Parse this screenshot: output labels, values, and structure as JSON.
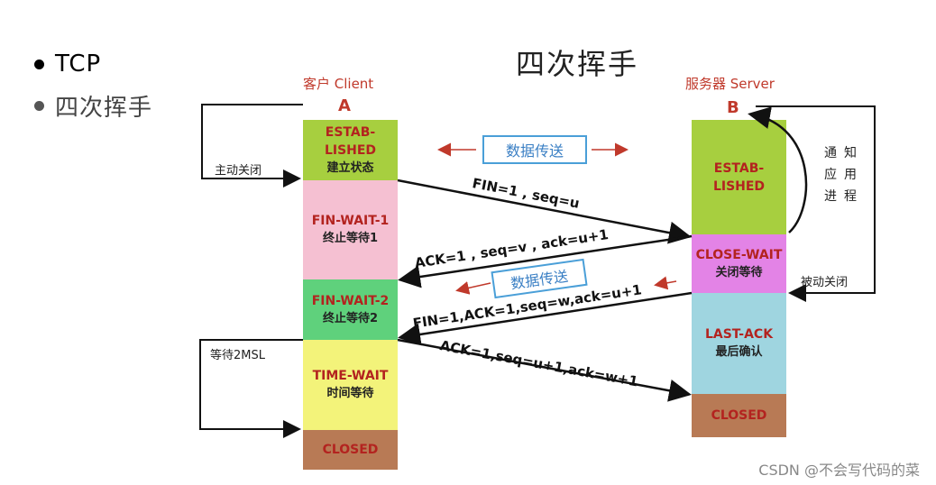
{
  "bullets": [
    "TCP",
    "四次挥手"
  ],
  "title": "四次挥手",
  "client": {
    "label": "客户 Client",
    "letter": "A"
  },
  "server": {
    "label": "服务器 Server",
    "letter": "B"
  },
  "client_states": [
    {
      "en": "ESTAB-",
      "en2": "LISHED",
      "cn": "建立状态",
      "color": "#a7cf3f"
    },
    {
      "en": "FIN-WAIT-1",
      "cn": "终止等待1",
      "color": "#f5c0d2"
    },
    {
      "en": "FIN-WAIT-2",
      "cn": "终止等待2",
      "color": "#5fd17c"
    },
    {
      "en": "TIME-WAIT",
      "cn": "时间等待",
      "color": "#f3f37a"
    },
    {
      "en": "CLOSED",
      "cn": "",
      "color": "#b87a55"
    }
  ],
  "server_states": [
    {
      "en": "ESTAB-",
      "en2": "LISHED",
      "cn": "",
      "color": "#a7cf3f"
    },
    {
      "en": "CLOSE-WAIT",
      "cn": "关闭等待",
      "color": "#e383e6"
    },
    {
      "en": "LAST-ACK",
      "cn": "最后确认",
      "color": "#9fd5e0"
    },
    {
      "en": "CLOSED",
      "cn": "",
      "color": "#b87a55"
    }
  ],
  "data_transfer_1": "数据传送",
  "data_transfer_2": "数据传送",
  "messages": [
    "FIN=1 , seq=u",
    "ACK=1 , seq=v , ack=u+1",
    "FIN=1,ACK=1,seq=w,ack=u+1",
    "ACK=1,seq=u+1,ack=w+1"
  ],
  "active_close": "主动关闭",
  "wait_2msl": "等待2MSL",
  "notify_app": [
    "通",
    "知",
    "应",
    "用",
    "进",
    "程"
  ],
  "passive_close": "被动关闭",
  "watermark": "CSDN @不会写代码的菜"
}
